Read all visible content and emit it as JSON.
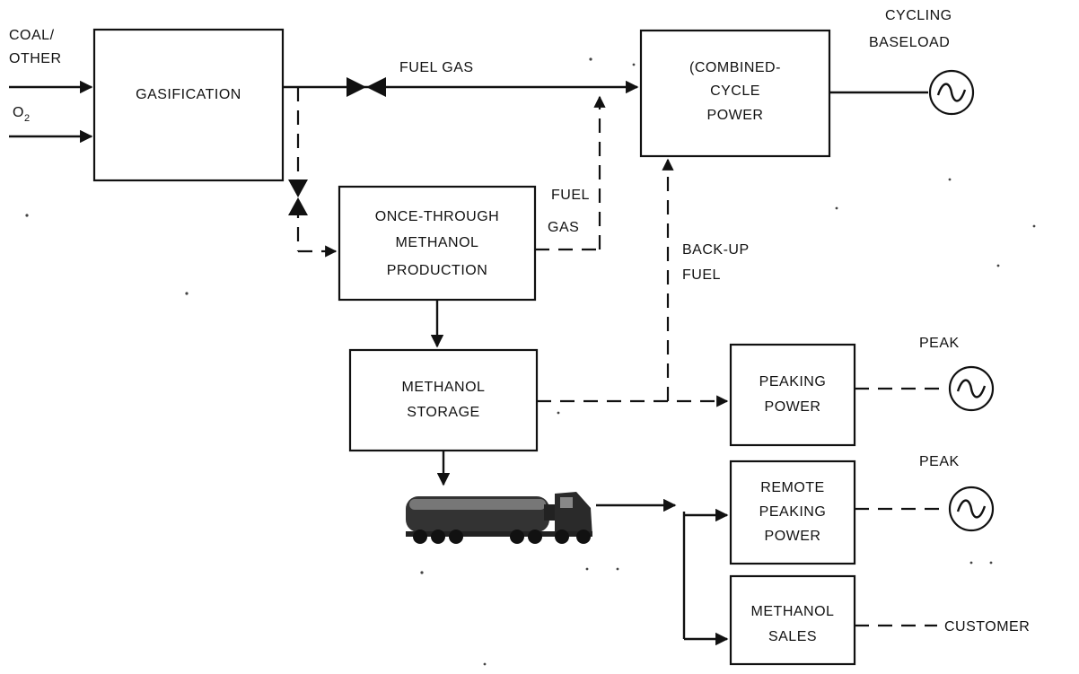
{
  "inputs": {
    "coal_line1": "COAL/",
    "coal_line2": "OTHER",
    "oxygen": "O",
    "oxygen_sub": "2"
  },
  "boxes": {
    "gasification": [
      "GASIFICATION"
    ],
    "combined_cycle": [
      "(COMBINED-",
      "CYCLE",
      "POWER"
    ],
    "methanol_production": [
      "ONCE-THROUGH",
      "METHANOL",
      "PRODUCTION"
    ],
    "methanol_storage": [
      "METHANOL",
      "STORAGE"
    ],
    "peaking_power": [
      "PEAKING",
      "POWER"
    ],
    "remote_peaking_power": [
      "REMOTE",
      "PEAKING",
      "POWER"
    ],
    "methanol_sales": [
      "METHANOL",
      "SALES"
    ]
  },
  "flow_labels": {
    "fuel_gas_top": "FUEL GAS",
    "fuel_gas_side_line1": "FUEL",
    "fuel_gas_side_line2": "GAS",
    "backup_line1": "BACK-UP",
    "backup_line2": "FUEL"
  },
  "outputs": {
    "baseload_line1": "CYCLING",
    "baseload_line2": "BASELOAD",
    "peak_1": "PEAK",
    "peak_2": "PEAK",
    "customer": "CUSTOMER"
  },
  "icons": {
    "generator": "sine-wave-in-circle",
    "transport": "tanker-truck"
  }
}
